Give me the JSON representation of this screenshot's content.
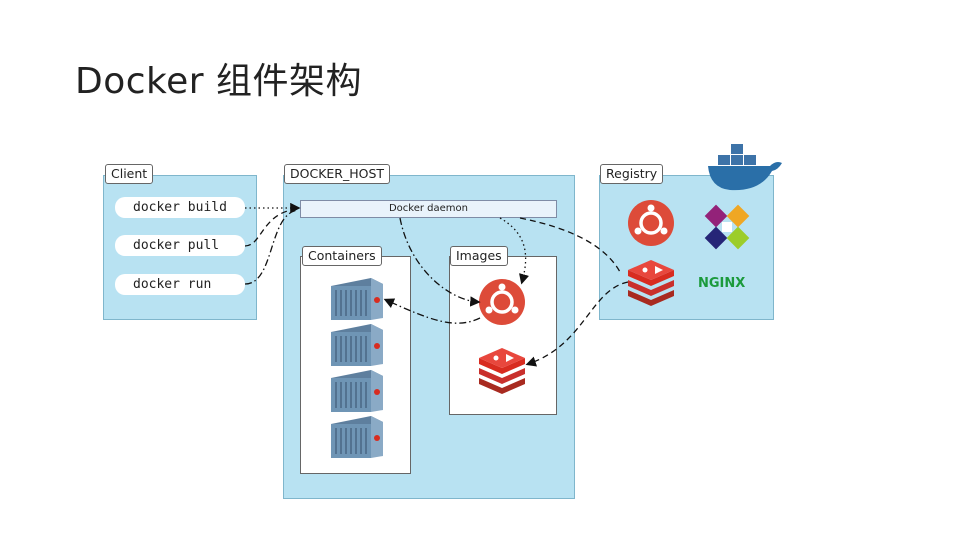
{
  "title": "Docker 组件架构",
  "client": {
    "label": "Client",
    "commands": [
      "docker build",
      "docker pull",
      "docker run"
    ]
  },
  "host": {
    "label": "DOCKER_HOST",
    "daemon": "Docker daemon",
    "containers_label": "Containers",
    "images_label": "Images"
  },
  "registry": {
    "label": "Registry",
    "nginx_logo": "NGINX"
  },
  "icons": {
    "ubuntu": "ubuntu-logo-icon",
    "redis": "redis-logo-icon",
    "centos": "centos-logo-icon",
    "docker": "docker-whale-icon",
    "container": "shipping-container-icon"
  },
  "colors": {
    "panel": "#b8e2f2",
    "ubuntu": "#dd4b39",
    "redis": "#d82c20",
    "nginx": "#1b9a3c"
  }
}
